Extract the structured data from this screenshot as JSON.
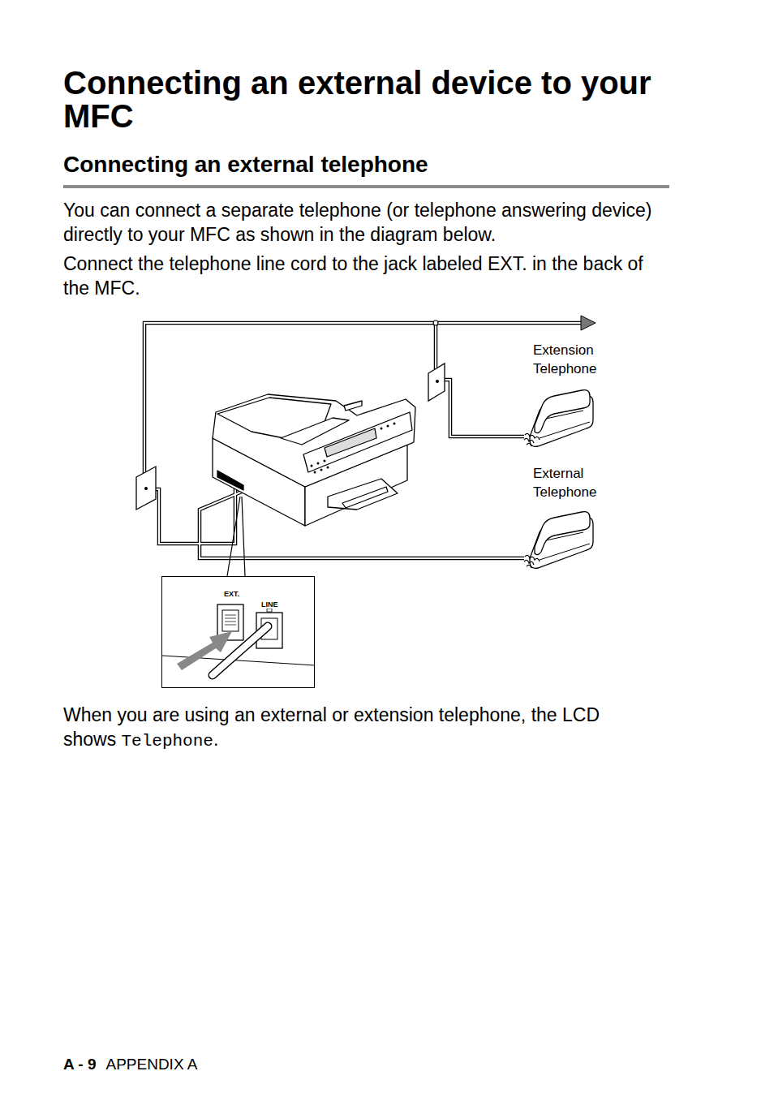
{
  "diagram": {
    "title": "Connecting an external device to your MFC",
    "nodes": [
      {
        "text": [
          "EXT.",
          "LINE"
        ]
      }
    ],
    "labels": [
      "Connecting an external telephone",
      "You can connect a separate telephone (or telephone answering device) directly to your MFC as shown in the diagram below.",
      "Connect the telephone line cord to the jack labeled EXT. in the back of the MFC.",
      "Extension Telephone",
      "External Telephone",
      "When you are using an external or extension telephone, the LCD shows",
      "Telephone",
      ".",
      "A - 9",
      "APPENDIX A"
    ]
  }
}
